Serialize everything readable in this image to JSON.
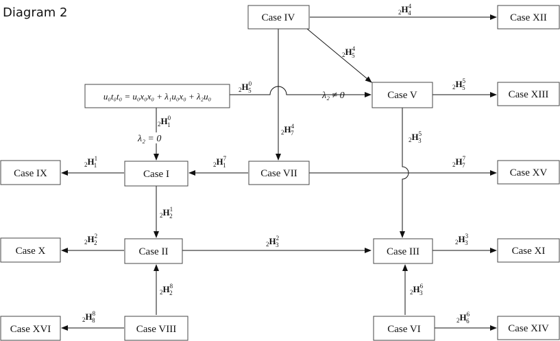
{
  "title": "Diagram 2",
  "nodes": {
    "case_iv": "Case IV",
    "case_xii": "Case XII",
    "case_v": "Case V",
    "case_xiii": "Case XIII",
    "equation": "u₀t₀t₀ = u₀x₀x₀ + λ₁u₀x₀ + λ₂u₀",
    "case_ix": "Case IX",
    "case_i": "Case I",
    "case_vii": "Case VII",
    "case_xv": "Case XV",
    "case_x": "Case X",
    "case_ii": "Case II",
    "case_iii": "Case III",
    "case_xi": "Case XI",
    "case_xvi": "Case XVI",
    "case_viii": "Case VIII",
    "case_vi": "Case VI",
    "case_xiv": "Case XIV"
  },
  "edges": {
    "iv_xii": {
      "pre": "2",
      "main": "H",
      "sup": "4",
      "sub": "4"
    },
    "iv_v": {
      "pre": "2",
      "main": "H",
      "sup": "4",
      "sub": "5"
    },
    "eq_v": {
      "pre": "2",
      "main": "H",
      "sup": "0",
      "sub": "5"
    },
    "eq_v_cond": "λ₂ ≠ 0",
    "v_xiii": {
      "pre": "2",
      "main": "H",
      "sup": "5",
      "sub": "5"
    },
    "eq_i": {
      "pre": "2",
      "main": "H",
      "sup": "0",
      "sub": "1"
    },
    "eq_i_cond": "λ₂ = 0",
    "iv_vii": {
      "pre": "2",
      "main": "H",
      "sup": "4",
      "sub": "7"
    },
    "v_iii": {
      "pre": "2",
      "main": "H",
      "sup": "5",
      "sub": "3"
    },
    "i_ix": {
      "pre": "2",
      "main": "H",
      "sup": "1",
      "sub": "1"
    },
    "vii_i": {
      "pre": "2",
      "main": "H",
      "sup": "7",
      "sub": "1"
    },
    "vii_xv": {
      "pre": "2",
      "main": "H",
      "sup": "7",
      "sub": "7"
    },
    "i_ii": {
      "pre": "2",
      "main": "H",
      "sup": "1",
      "sub": "2"
    },
    "ii_x": {
      "pre": "2",
      "main": "H",
      "sup": "2",
      "sub": "2"
    },
    "ii_iii": {
      "pre": "2",
      "main": "H",
      "sup": "2",
      "sub": "3"
    },
    "iii_xi": {
      "pre": "2",
      "main": "H",
      "sup": "3",
      "sub": "3"
    },
    "viii_ii": {
      "pre": "2",
      "main": "H",
      "sup": "8",
      "sub": "2"
    },
    "vi_iii": {
      "pre": "2",
      "main": "H",
      "sup": "6",
      "sub": "3"
    },
    "viii_xvi": {
      "pre": "2",
      "main": "H",
      "sup": "8",
      "sub": "8"
    },
    "vi_xiv": {
      "pre": "2",
      "main": "H",
      "sup": "6",
      "sub": "6"
    }
  }
}
